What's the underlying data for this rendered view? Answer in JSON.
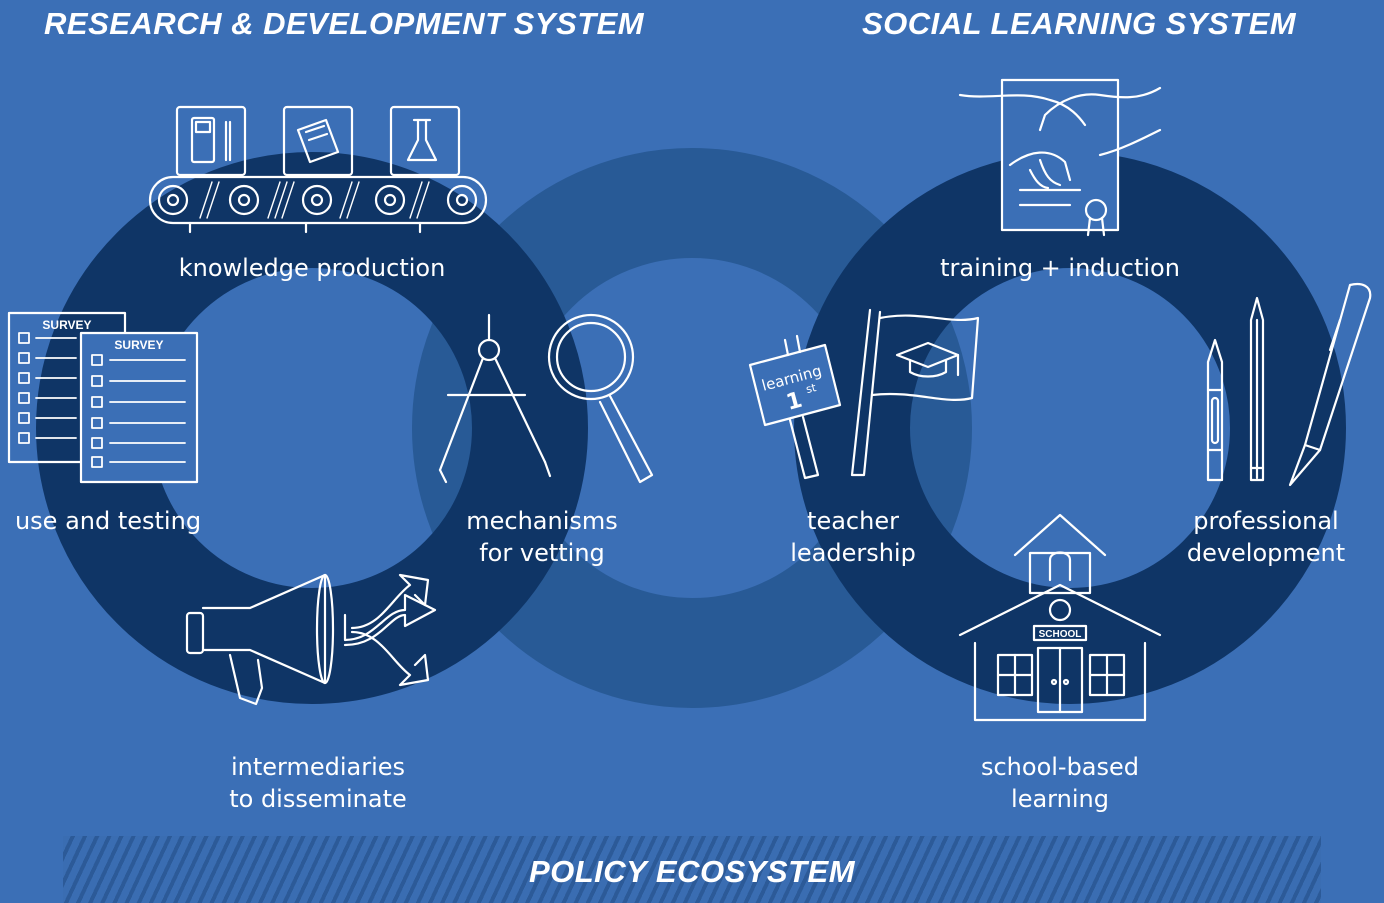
{
  "titles": {
    "left": "RESEARCH & DEVELOPMENT SYSTEM",
    "right": "SOCIAL LEARNING SYSTEM"
  },
  "left_system": {
    "knowledge_production": "knowledge production",
    "use_and_testing": "use and testing",
    "mechanisms_line1": "mechanisms",
    "mechanisms_line2": "for vetting",
    "intermediaries_line1": "intermediaries",
    "intermediaries_line2": "to disseminate",
    "survey_label": "SURVEY"
  },
  "right_system": {
    "training": "training + induction",
    "teacher_line1": "teacher",
    "teacher_line2": "leadership",
    "professional_line1": "professional",
    "professional_line2": "development",
    "school_line1": "school-based",
    "school_line2": "learning",
    "sign_word": "learning",
    "sign_number": "1",
    "sign_suffix": "st",
    "school_sign": "SCHOOL"
  },
  "policy": {
    "label": "POLICY ECOSYSTEM"
  },
  "colors": {
    "background": "#3b6fb6",
    "ring_dark": "#0f3566",
    "ring_middle": "#285a96",
    "overlap_region": "#315f9f",
    "line_art": "#ffffff"
  },
  "icons": [
    "calculator-icon",
    "notebook-icon",
    "beaker-icon",
    "conveyor-belt-icon",
    "survey-icon",
    "compass-icon",
    "magnifying-glass-icon",
    "megaphone-icon",
    "arrows-icon",
    "handshake-icon",
    "certificate-icon",
    "sign-icon",
    "flag-icon",
    "crayon-icon",
    "pencil-icon",
    "pen-icon",
    "schoolhouse-icon"
  ]
}
